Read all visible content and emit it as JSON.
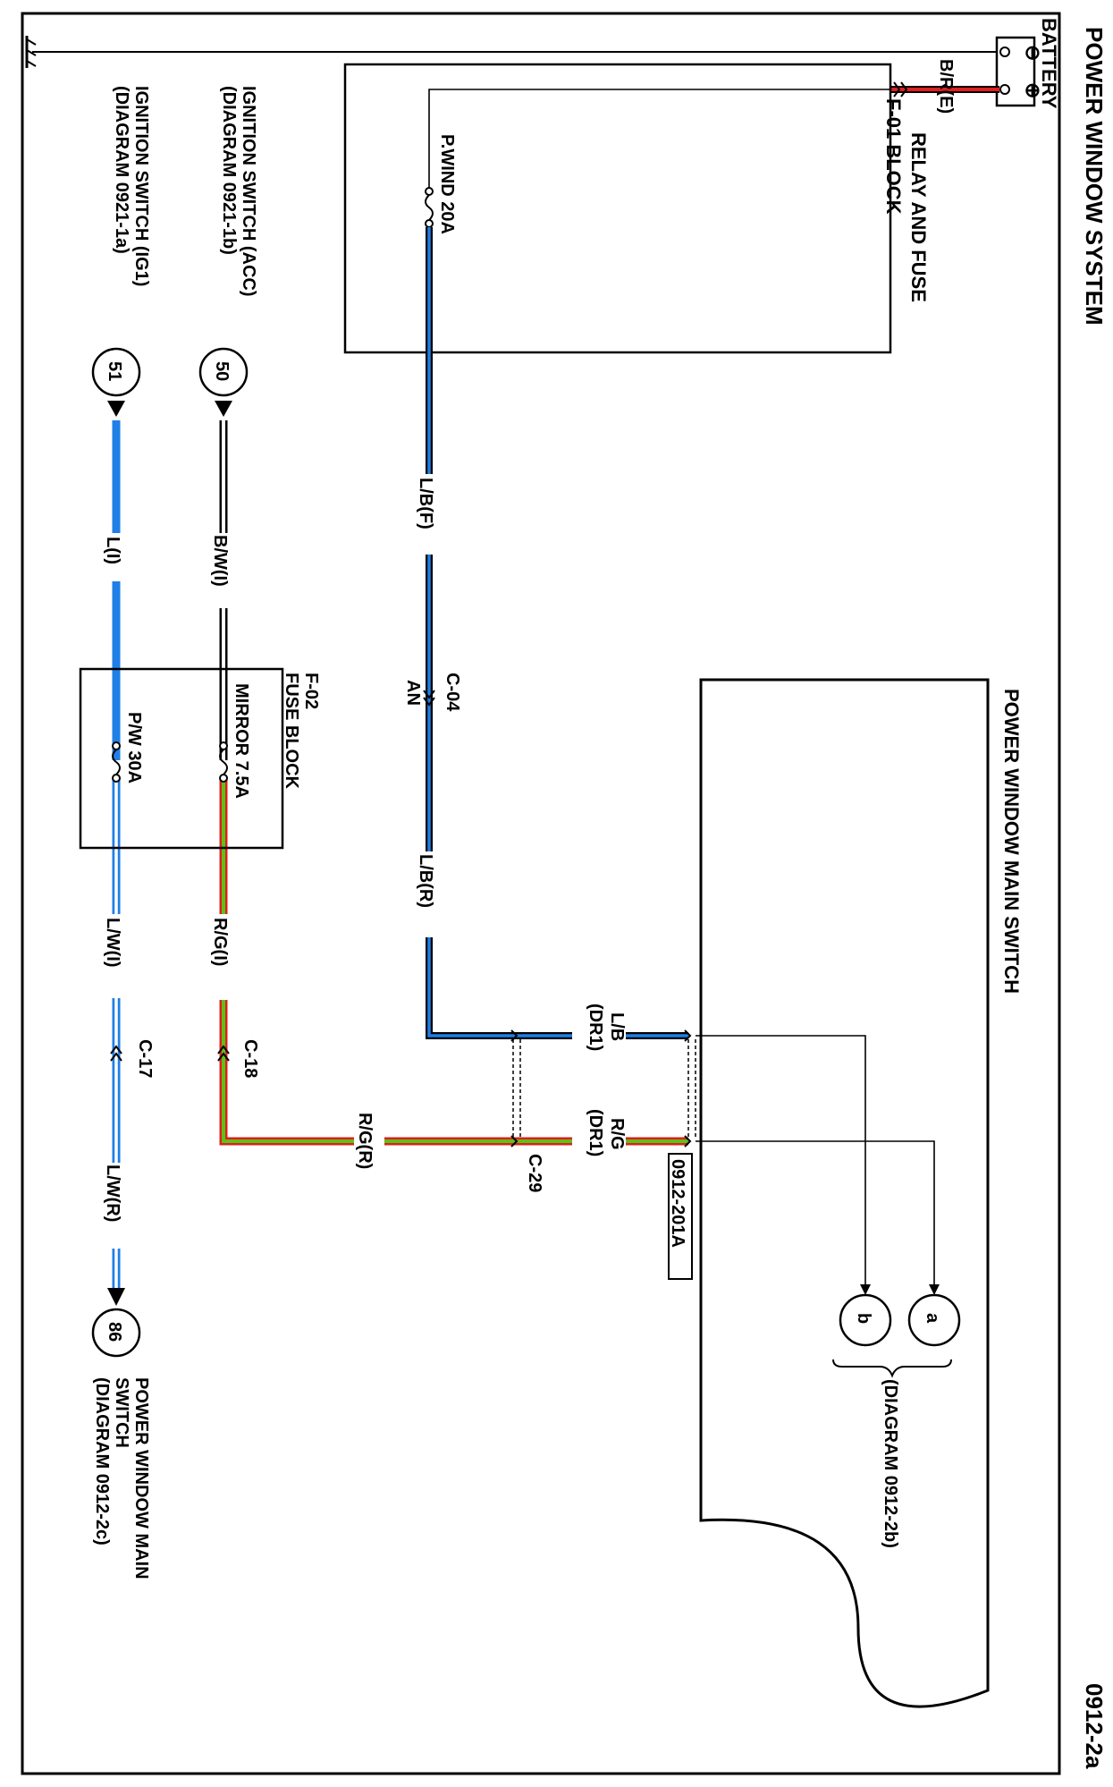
{
  "diagram": {
    "title": "POWER WINDOW SYSTEM",
    "page_code": "0912-2a",
    "battery": {
      "label": "BATTERY",
      "neg_symbol": "⊖",
      "pos_symbol": "⊕"
    },
    "relay_fuse_block": {
      "label_line1": "RELAY AND FUSE",
      "label_line2": "F-01 BLOCK",
      "fuse_label": "P.WIND 20A"
    },
    "fuse_block_f02": {
      "label_line1": "F-02",
      "label_line2": "FUSE BLOCK",
      "fuse_mirror": "MIRROR 7.5A",
      "fuse_pw": "P/W 30A"
    },
    "main_switch": {
      "label": "POWER WINDOW MAIN SWITCH",
      "connector_tag": "0912-201A",
      "ref_diagram": "(DIAGRAM 0912-2b)",
      "ref_a": "a",
      "ref_b": "b"
    },
    "wires": {
      "br_e": "B/R(E)",
      "lb_f": "L/B(F)",
      "lb_r": "L/B(R)",
      "bw_i": "B/W(I)",
      "l_i": "L(I)",
      "rg_i": "R/G(I)",
      "lw_i": "L/W(I)",
      "rg_r": "R/G(R)",
      "lw_r": "L/W(R)",
      "lb_dr1_a": "L/B",
      "lb_dr1_b": "(DR1)",
      "rg_dr1_a": "R/G",
      "rg_dr1_b": "(DR1)"
    },
    "connectors": {
      "c04": "C-04",
      "an": "AN",
      "c18": "C-18",
      "c17": "C-17",
      "c29": "C-29"
    },
    "offpage": {
      "n50": {
        "num": "50",
        "line1": "IGNITION SWITCH (ACC)",
        "line2": "(DIAGRAM  0921-1b)"
      },
      "n51": {
        "num": "51",
        "line1": "IGNITION SWITCH (IG1)",
        "line2": "(DIAGRAM 0921-1a)"
      },
      "n86": {
        "num": "86",
        "line1": "POWER WINDOW MAIN",
        "line2": "SWITCH",
        "line3": "(DIAGRAM 0912-2c)"
      }
    },
    "ground_symbol": "⏚",
    "colors": {
      "blue": "#1f7fe6",
      "black": "#000000",
      "red": "#e01e1e",
      "green": "#58c416",
      "white": "#ffffff"
    }
  }
}
